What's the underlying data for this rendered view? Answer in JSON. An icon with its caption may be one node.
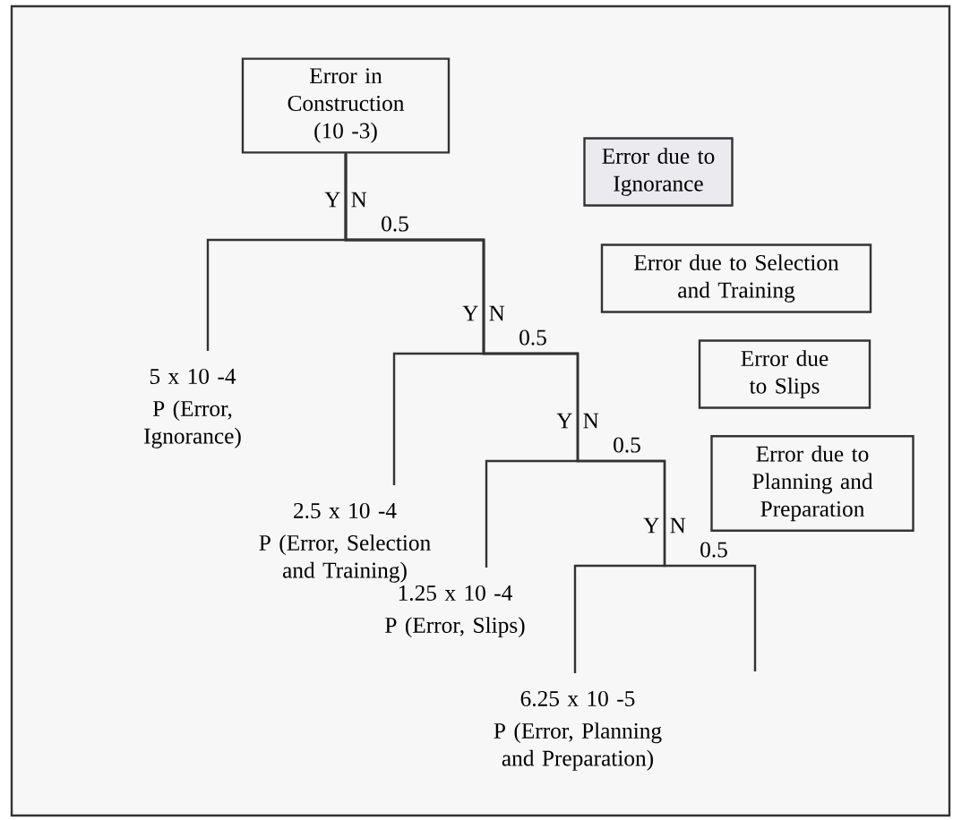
{
  "diagram": {
    "nodes": [
      {
        "text": [
          "Error in Construction (10 -3)"
        ]
      },
      {
        "text": [
          "Error due to Ignorance"
        ]
      },
      {
        "text": [
          "Error due to Selection and Training"
        ]
      },
      {
        "text": [
          "Error due to Slips"
        ]
      },
      {
        "text": [
          "Error due to Planning and Preparation"
        ]
      },
      {
        "text": [
          "5 x 10 -4",
          "P (Error, Ignorance)"
        ]
      },
      {
        "text": [
          "2.5 x 10 -4",
          "P (Error, Selection and Training)"
        ]
      },
      {
        "text": [
          "1.25 x 10 -4",
          "P (Error, Slips)"
        ]
      },
      {
        "text": [
          "6.25 x 10 -5",
          "P (Error, Planning and Preparation)"
        ]
      }
    ],
    "edges": [
      {
        "from": 0,
        "to": 5,
        "arrow": "none"
      },
      {
        "from": 0,
        "to": 6,
        "arrow": "none"
      },
      {
        "from": 0,
        "to": 7,
        "arrow": "none"
      },
      {
        "from": 0,
        "to": 8,
        "arrow": "none"
      },
      {
        "from": 0,
        "to": null,
        "arrow": "none"
      }
    ],
    "labels": [
      "Y",
      "N",
      "0.5",
      "Y",
      "N",
      "0.5",
      "Y",
      "N",
      "0.5",
      "Y",
      "N",
      "0.5"
    ]
  }
}
